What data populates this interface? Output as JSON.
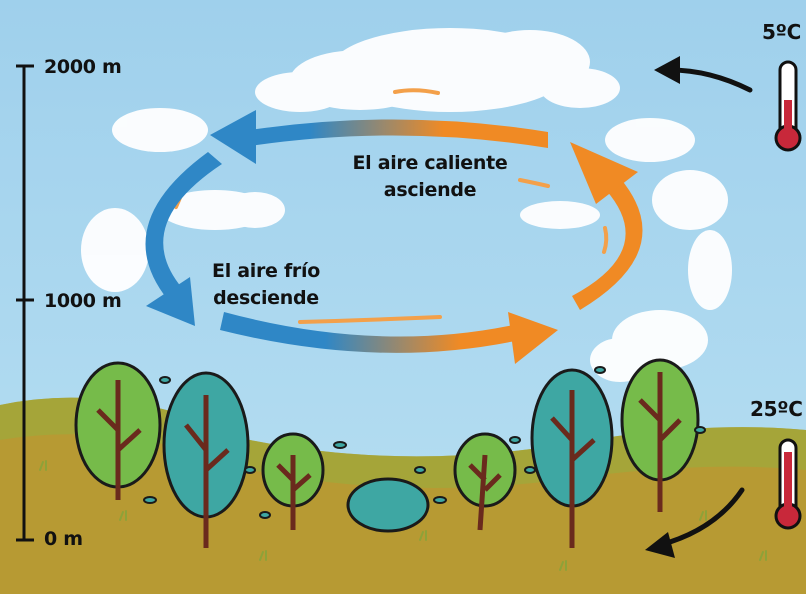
{
  "altitude_scale": {
    "top": "2000 m",
    "middle": "1000 m",
    "bottom": "0 m"
  },
  "temperatures": {
    "top": "5ºC",
    "bottom": "25ºC"
  },
  "labels": {
    "warm_air_line1": "El aire caliente",
    "warm_air_line2": "asciende",
    "cold_air_line1": "El aire frío",
    "cold_air_line2": "desciende"
  },
  "colors": {
    "sky": "#a9d6ee",
    "ground": "#b79a33",
    "grass": "#8fa63a",
    "warm_arrow": "#f08a24",
    "cold_arrow": "#2f87c6",
    "cloud": "#ffffff",
    "thermometer_fill": "#c8283a"
  }
}
